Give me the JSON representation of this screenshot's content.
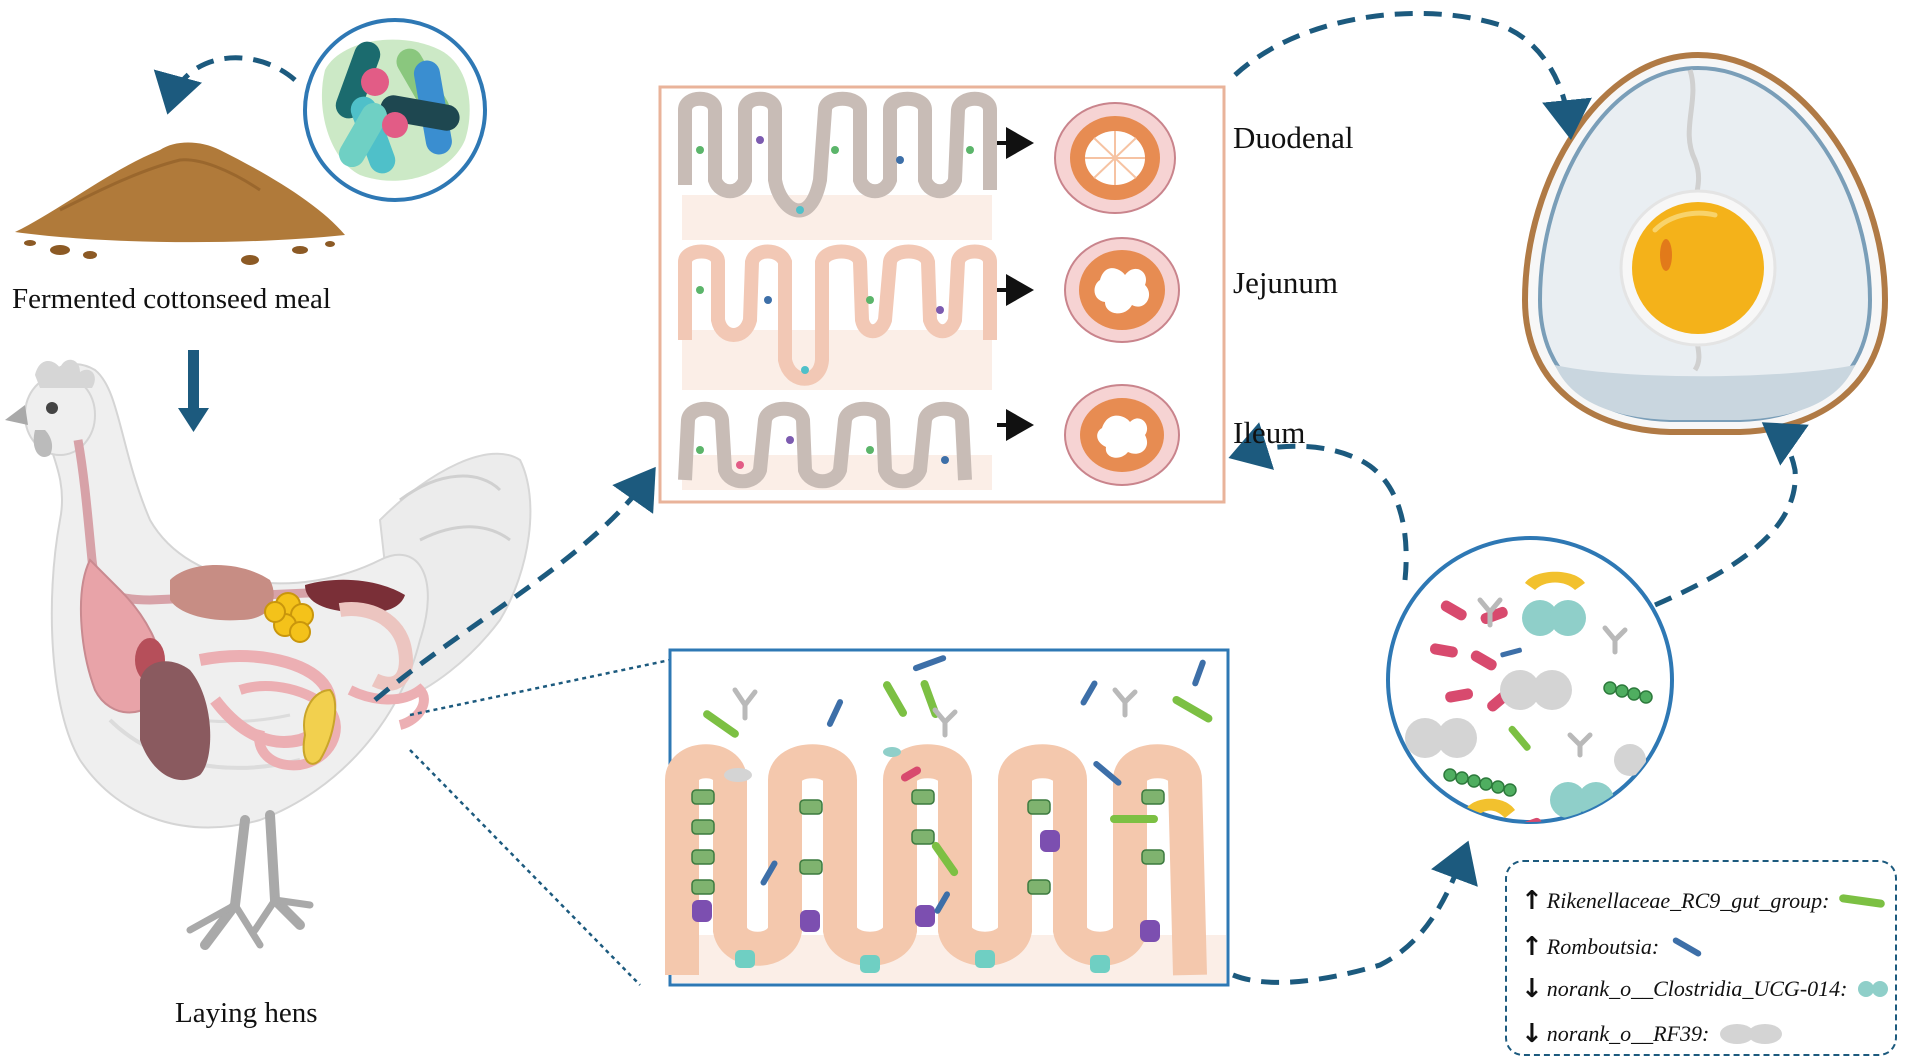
{
  "labels": {
    "fermented": "Fermented cottonseed meal",
    "hens": "Laying hens"
  },
  "segments": [
    {
      "name": "Duodenal"
    },
    {
      "name": "Jejunum"
    },
    {
      "name": "Ileum"
    }
  ],
  "legend": {
    "items": [
      {
        "arrow": "↑",
        "name": "Rikenellaceae_RC9_gut_group",
        "suffix": ":",
        "color": "#7cc043"
      },
      {
        "arrow": "↑",
        "name": "Romboutsia",
        "suffix": ":",
        "color": "#3d6fa8"
      },
      {
        "arrow": "↓",
        "name": "norank_o__Clostridia_UCG-014",
        "suffix": ":",
        "color": "#8fcfc9"
      },
      {
        "arrow": "↓",
        "name": "norank_o__RF39",
        "suffix": ":",
        "color": "#d4d4d4"
      }
    ]
  },
  "colors": {
    "dashed_arrow": "#1c5a7e",
    "frame": "#e9b39a",
    "zoom_frame": "#2e78b4",
    "yolk": "#f4b21a",
    "egg_shell": "#b07a45"
  }
}
